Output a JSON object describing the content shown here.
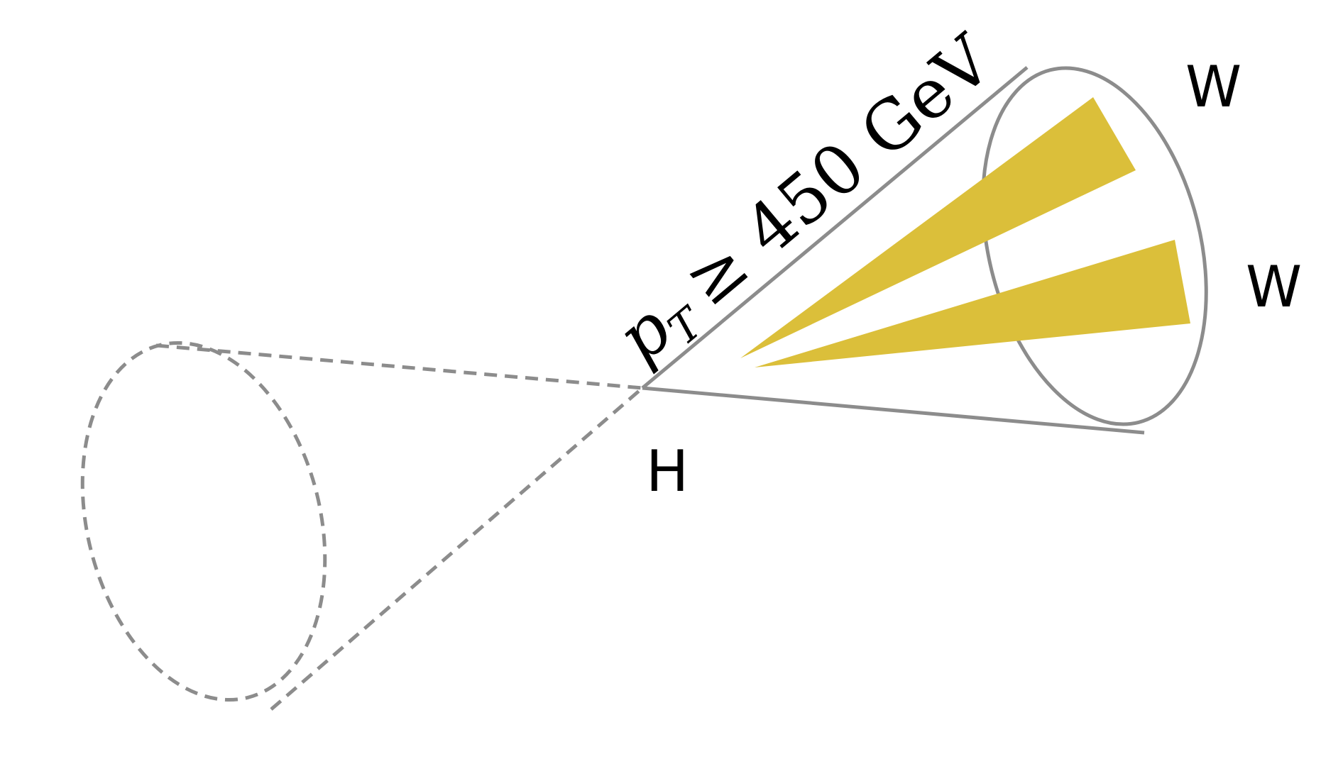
{
  "labels": {
    "higgs": "H",
    "w_upper": "W",
    "w_lower": "W",
    "pt_symbol": "p",
    "pt_subscript": "T",
    "pt_threshold": "≥ 450 GeV"
  },
  "colors": {
    "outline": "#8c8c8c",
    "subjet": "#dbbf3a",
    "text": "#000000",
    "background": "#ffffff"
  }
}
